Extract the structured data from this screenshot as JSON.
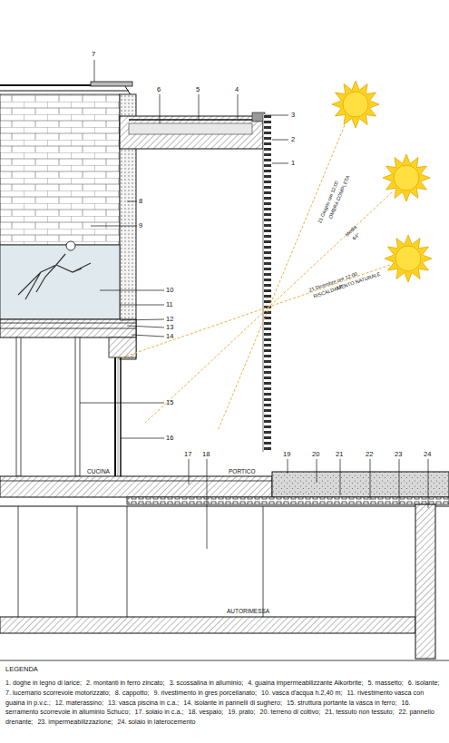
{
  "diagram": {
    "labels": [
      "7",
      "6",
      "5",
      "4",
      "3",
      "2",
      "1",
      "8",
      "9",
      "10",
      "11",
      "12",
      "13",
      "14",
      "15",
      "16",
      "17",
      "18",
      "19",
      "20",
      "21",
      "22",
      "23",
      "24",
      "21 Giugno ore 12:00",
      "OMBRA COMPLETA",
      "Media",
      "64°",
      "21 Dicembre ore 12:00",
      "17°",
      "RISCALDAMENTO NATURALE",
      "CUCINA",
      "PORTICO",
      "AUTORIMESSA",
      "LEGENDA",
      "1. doghe in legno di larice;",
      "2. montanti in ferro zincato;",
      "3. scossalina in alluminio;",
      "4. guaina impermeabilizzante Alkorbrite;",
      "5. massetto;",
      "6. isolante;",
      "7. lucernario scorrevole motorizzato;",
      "8. cappotto;",
      "9. rivestimento in gres porcellanato;",
      "10. vasca d'acqua h.2,40 m;",
      "11. rivestimento vasca con guaina in p.v.c.;",
      "12. materassino;",
      "13. vasca piscina in c.a.;",
      "14. isolante in pannelli di sughero;",
      "15. struttura portante la vasca in ferro;",
      "16. serramento scorrevole in alluminio Schuco;",
      "17. solaio in c.a.;",
      "18. vespaio;",
      "19. prato;",
      "20. terreno di coltivo;",
      "21. tessuto non tessuto;",
      "22. pannello drenante;",
      "23. impermeabilizzazione;",
      "24. solaio in laterocemento"
    ]
  }
}
